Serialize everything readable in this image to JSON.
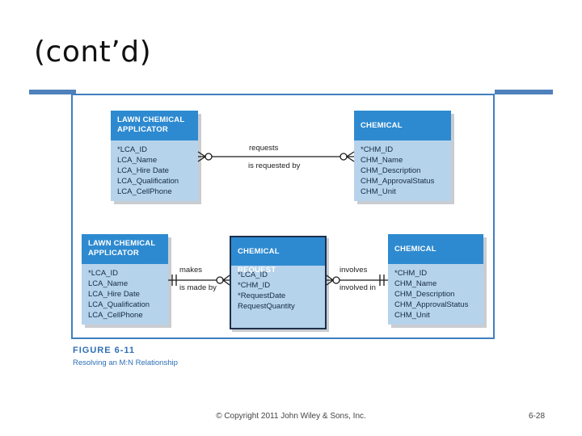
{
  "slide": {
    "title": "(cont’d)",
    "footer": "© Copyright 2011 John Wiley & Sons, Inc.",
    "page_number": "6-28",
    "accent_color": "#4f81bd"
  },
  "figure": {
    "caption": "FIGURE 6-11",
    "subcaption": "Resolving an M:N Relationship"
  },
  "diagram": {
    "top": {
      "applicator": {
        "header": [
          "LAWN CHEMICAL",
          "APPLICATOR"
        ],
        "attributes": [
          "*LCA_ID",
          "LCA_Name",
          "LCA_Hire Date",
          "LCA_Qualification",
          "LCA_CellPhone"
        ]
      },
      "relationship": {
        "forward": "requests",
        "reverse": "is requested by"
      },
      "chemical": {
        "header": [
          "CHEMICAL"
        ],
        "attributes": [
          "*CHM_ID",
          "CHM_Name",
          "CHM_Description",
          "CHM_ApprovalStatus",
          "CHM_Unit"
        ]
      }
    },
    "bottom": {
      "applicator": {
        "header": [
          "LAWN CHEMICAL",
          "APPLICATOR"
        ],
        "attributes": [
          "*LCA_ID",
          "LCA_Name",
          "LCA_Hire Date",
          "LCA_Qualification",
          "LCA_CellPhone"
        ]
      },
      "left_relationship": {
        "forward": "makes",
        "reverse": "is made by"
      },
      "request": {
        "header": [
          "CHEMICAL REQUEST"
        ],
        "attributes": [
          "*LCA_ID",
          "*CHM_ID",
          "*RequestDate",
          "RequestQuantity"
        ]
      },
      "right_relationship": {
        "forward": "involves",
        "reverse": "involved in"
      },
      "chemical": {
        "header": [
          "CHEMICAL"
        ],
        "attributes": [
          "*CHM_ID",
          "CHM_Name",
          "CHM_Description",
          "CHM_ApprovalStatus",
          "CHM_Unit"
        ]
      }
    },
    "colors": {
      "header": "#2e8ad0",
      "body": "#b6d3ec",
      "line": "#1a1a1a",
      "frame": "#3f7fc0"
    }
  }
}
